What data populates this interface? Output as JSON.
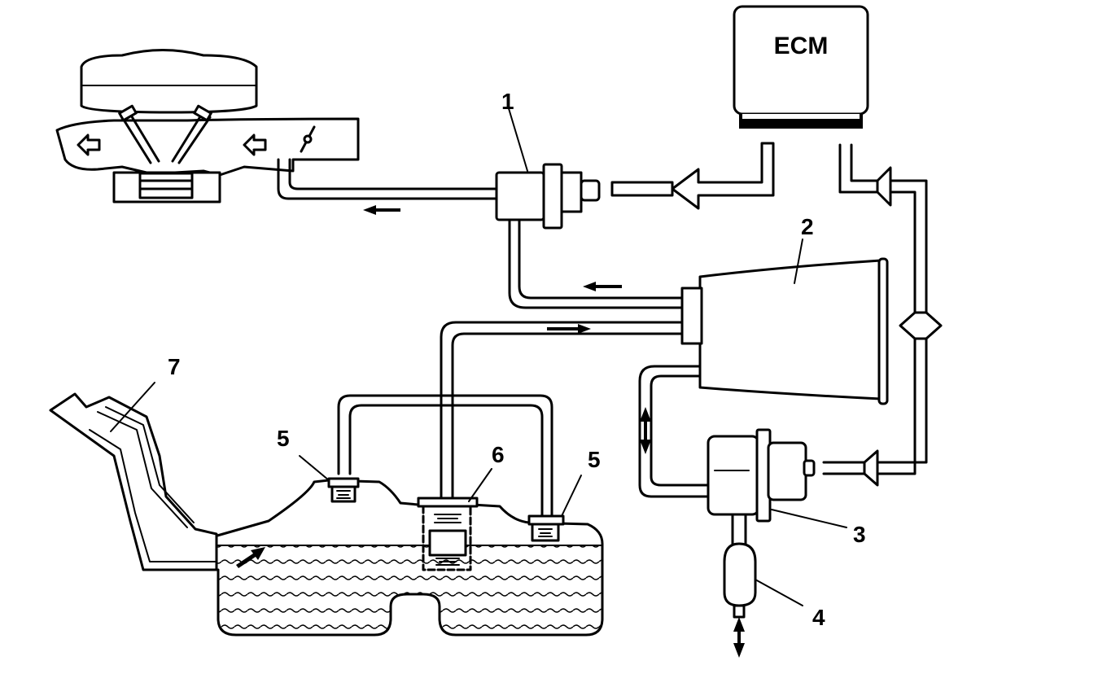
{
  "ecm": {
    "label": "ECM"
  },
  "callouts": [
    {
      "id": "1",
      "text": "1"
    },
    {
      "id": "2",
      "text": "2"
    },
    {
      "id": "3",
      "text": "3"
    },
    {
      "id": "4",
      "text": "4"
    },
    {
      "id": "5a",
      "text": "5"
    },
    {
      "id": "5b",
      "text": "5"
    },
    {
      "id": "6",
      "text": "6"
    },
    {
      "id": "7",
      "text": "7"
    }
  ],
  "colors": {
    "line": "#000000",
    "background": "#ffffff"
  }
}
